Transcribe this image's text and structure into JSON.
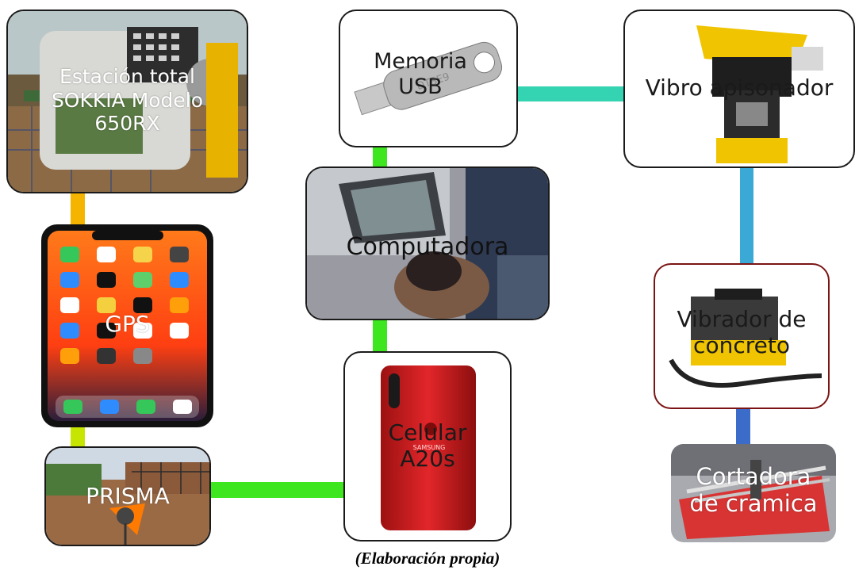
{
  "caption": "(Elaboración propia)",
  "nodes": {
    "estacion": {
      "label_lines": [
        "Estación total",
        "SOKKIA Modelo",
        "650RX"
      ]
    },
    "memoria": {
      "label_lines": [
        "Memoria",
        "USB"
      ]
    },
    "vibro": {
      "label": "Vibro apisonador"
    },
    "computadora": {
      "label": "Computadora"
    },
    "gps": {
      "label": "GPS"
    },
    "vibrador": {
      "label_lines": [
        "Vibrador de",
        "concreto"
      ]
    },
    "celular": {
      "label_lines": [
        "Celular",
        "A20s"
      ],
      "phone_brand": "SAMSUNG"
    },
    "prisma": {
      "label": "PRISMA"
    },
    "cortadora": {
      "label_lines": [
        "Cortadora",
        "de cramica"
      ]
    }
  },
  "colors": {
    "orange": "#f5b400",
    "yellow_green": "#c6e500",
    "green": "#3ee61f",
    "teal": "#34d3b2",
    "light_blue": "#3aa9d6",
    "blue": "#3b6cc9",
    "border": "#1a1a1a",
    "dark_red_border": "#7a1414"
  }
}
